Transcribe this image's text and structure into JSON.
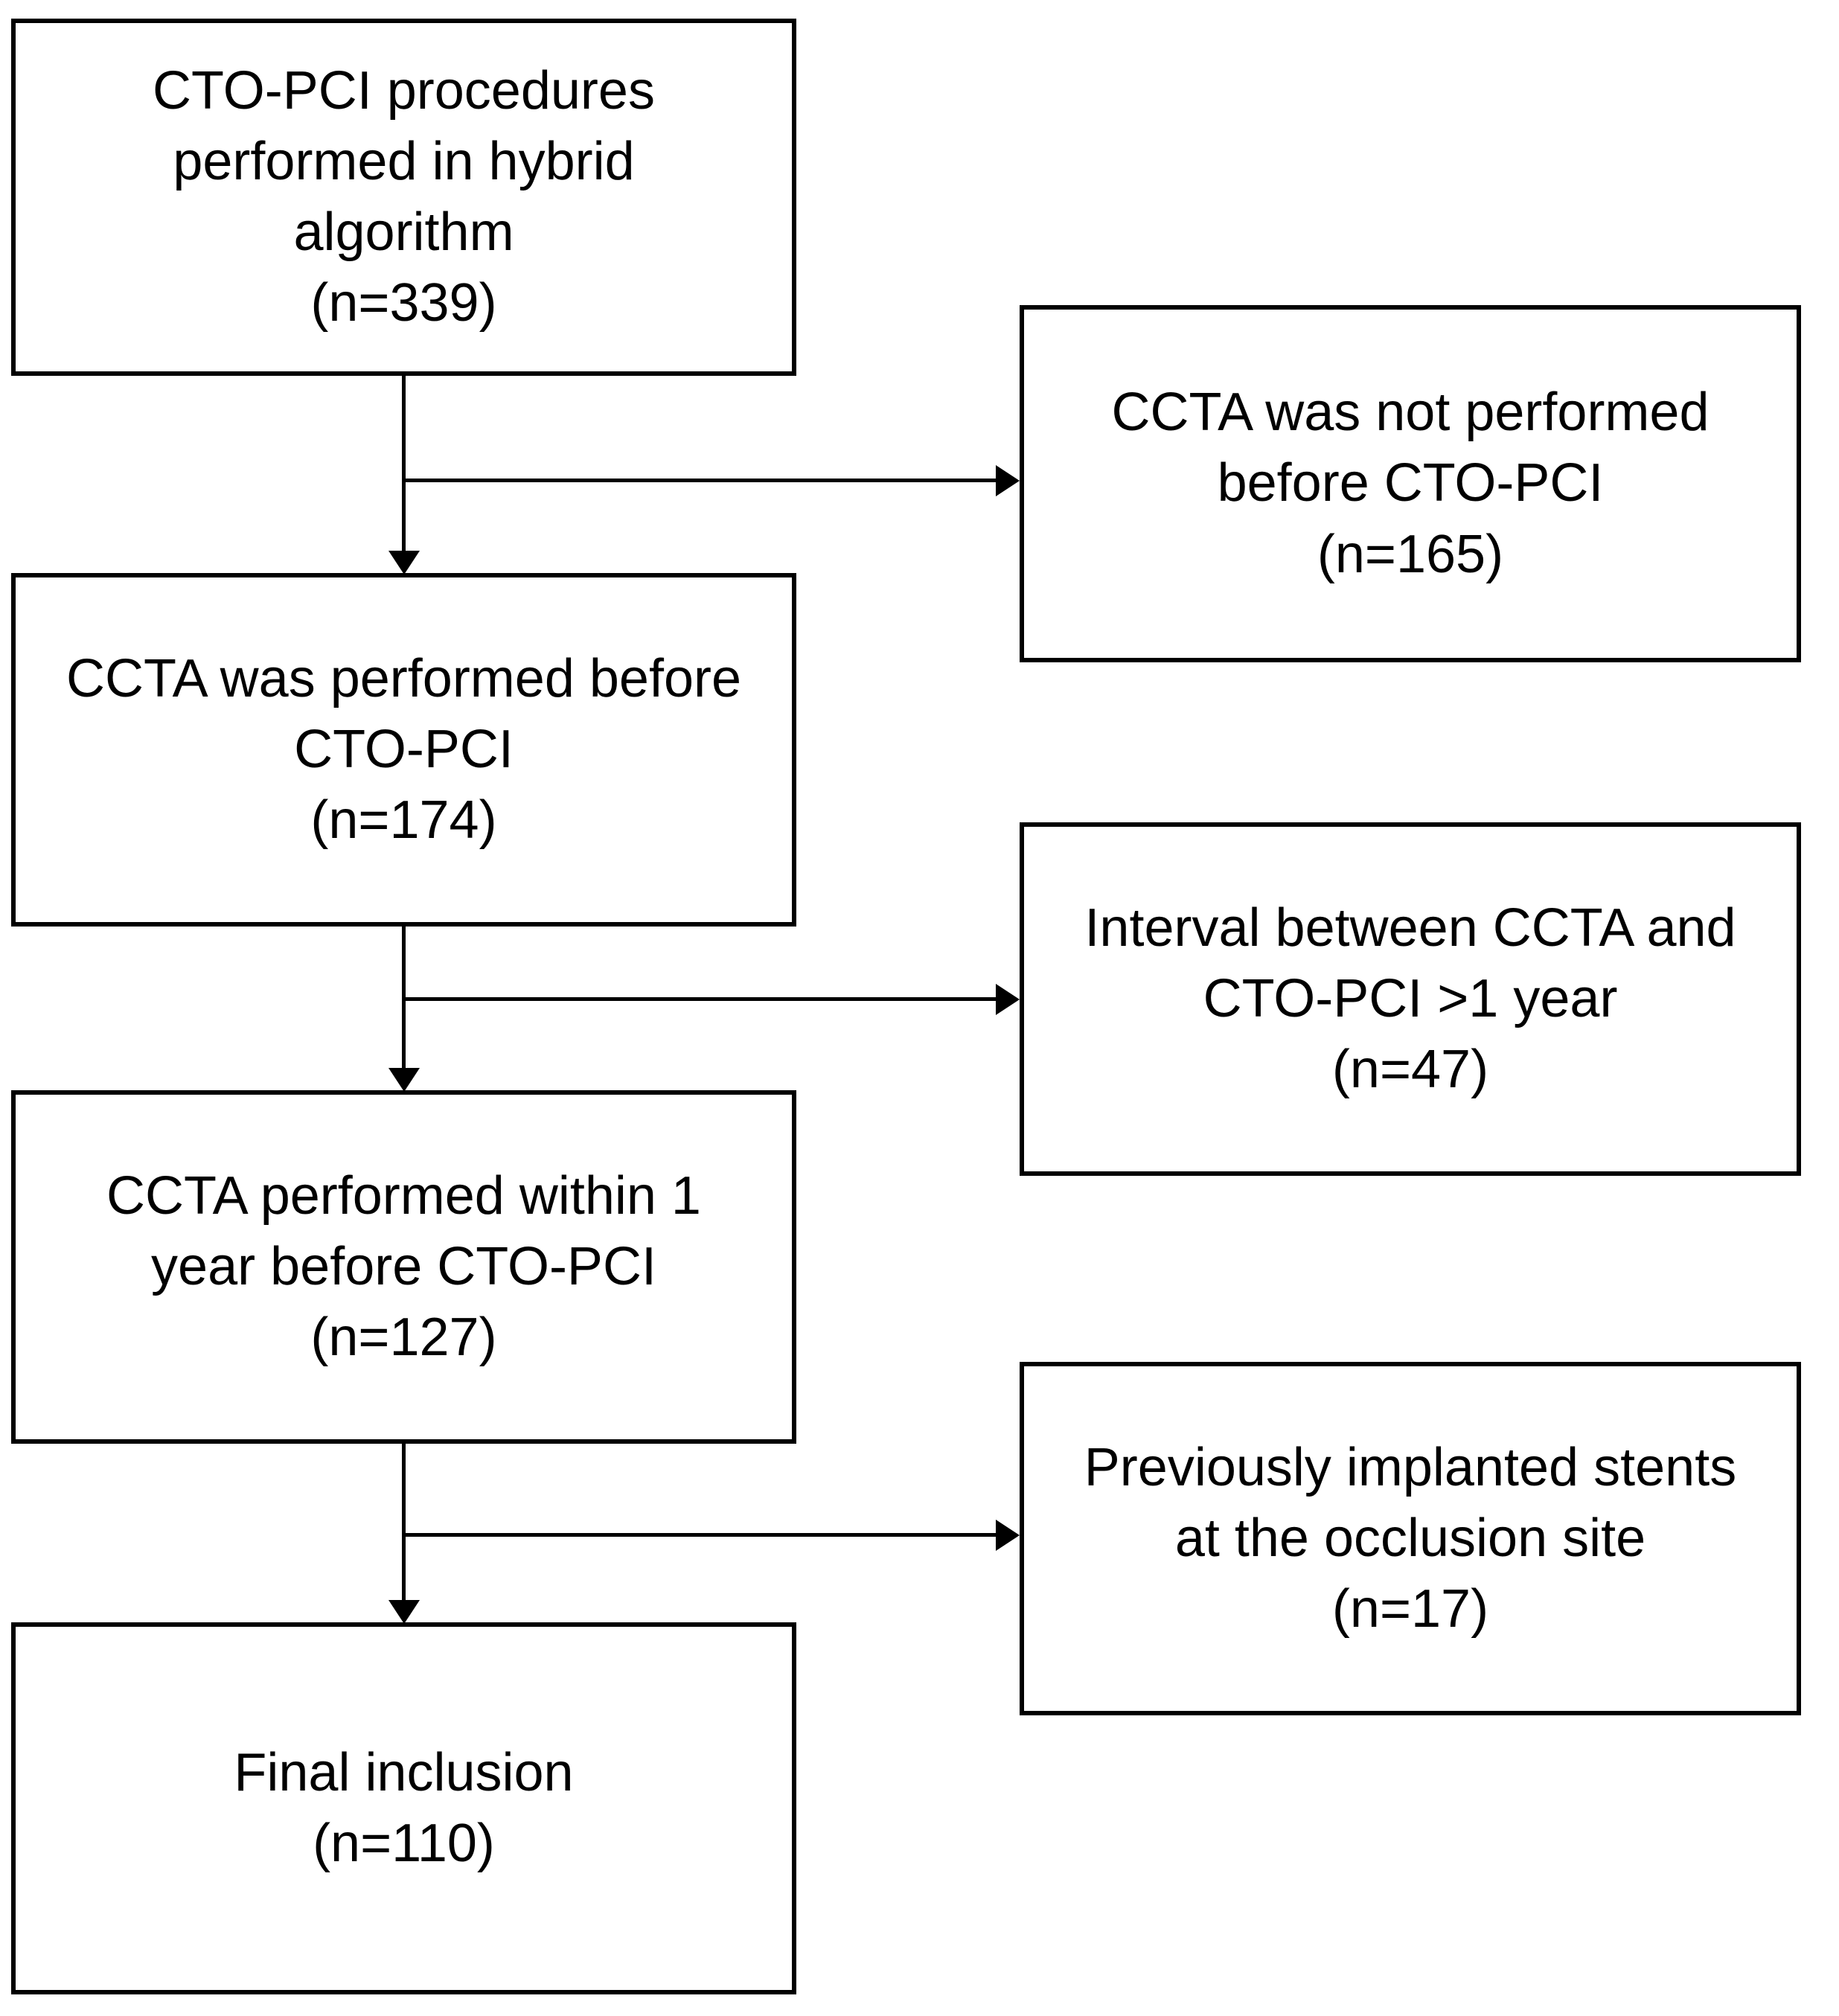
{
  "diagram": {
    "type": "flowchart",
    "background_color": "#ffffff",
    "line_color": "#000000",
    "boxes": {
      "procedures": {
        "lines": [
          "CTO-PCI procedures",
          "performed in hybrid",
          "algorithm",
          "(n=339)"
        ]
      },
      "ccta_not_performed": {
        "lines": [
          "CCTA was not performed",
          "before CTO-PCI",
          "(n=165)"
        ]
      },
      "ccta_performed": {
        "lines": [
          "CCTA was performed before",
          "CTO-PCI",
          "(n=174)"
        ]
      },
      "interval_gt_1_year": {
        "lines": [
          "Interval between CCTA and",
          "CTO-PCI >1 year",
          "(n=47)"
        ]
      },
      "ccta_within_1_year": {
        "lines": [
          "CCTA performed within 1",
          "year before CTO-PCI",
          "(n=127)"
        ]
      },
      "previous_stents": {
        "lines": [
          "Previously implanted stents",
          "at the occlusion site",
          "(n=17)"
        ]
      },
      "final_inclusion": {
        "lines": [
          "Final inclusion",
          "(n=110)"
        ]
      }
    }
  }
}
